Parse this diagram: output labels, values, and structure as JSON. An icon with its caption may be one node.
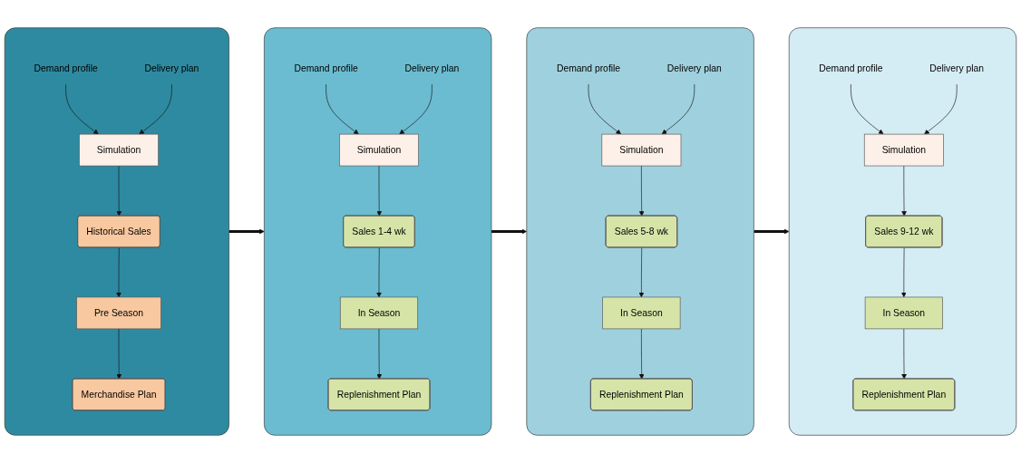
{
  "diagram": {
    "nodes": [
      {
        "text": [],
        "shape": "box"
      },
      {
        "text": [
          "Demand profile"
        ],
        "in": 0
      },
      {
        "text": [
          "Delivery plan"
        ],
        "in": 0
      },
      {
        "text": [
          "Simulation"
        ],
        "in": 0
      },
      {
        "text": [
          "Historical Sales"
        ],
        "in": 0
      },
      {
        "text": [
          "Pre Season"
        ],
        "in": 0
      },
      {
        "text": [
          "Merchandise Plan"
        ],
        "in": 0
      },
      {
        "text": [],
        "shape": "box"
      },
      {
        "text": [
          "Demand profile"
        ],
        "in": 7
      },
      {
        "text": [
          "Delivery plan"
        ],
        "in": 7
      },
      {
        "text": [
          "Simulation"
        ],
        "in": 7
      },
      {
        "text": [
          "Sales 1-4 wk"
        ],
        "in": 7
      },
      {
        "text": [
          "In Season"
        ],
        "in": 7
      },
      {
        "text": [
          "Replenishment Plan"
        ],
        "in": 7
      },
      {
        "text": [],
        "shape": "box"
      },
      {
        "text": [
          "Demand profile"
        ],
        "in": 14
      },
      {
        "text": [
          "Delivery plan"
        ],
        "in": 14
      },
      {
        "text": [
          "Simulation"
        ],
        "in": 14
      },
      {
        "text": [
          "Sales 5-8 wk"
        ],
        "in": 14
      },
      {
        "text": [
          "In Season"
        ],
        "in": 14
      },
      {
        "text": [
          "Replenishment Plan"
        ],
        "in": 14
      },
      {
        "text": [],
        "shape": "box"
      },
      {
        "text": [
          "Demand profile"
        ],
        "in": 21
      },
      {
        "text": [
          "Delivery plan"
        ],
        "in": 21
      },
      {
        "text": [
          "Simulation"
        ],
        "in": 21
      },
      {
        "text": [
          "Sales 9-12 wk"
        ],
        "in": 21
      },
      {
        "text": [
          "In Season"
        ],
        "in": 21
      },
      {
        "text": [
          "Replenishment Plan"
        ],
        "in": 21
      }
    ],
    "edges": [
      {
        "from": 0,
        "to": 7,
        "arrow": "to",
        "style": "thick"
      },
      {
        "from": 7,
        "to": 14,
        "arrow": "to",
        "style": "thick"
      },
      {
        "from": 14,
        "to": 21,
        "arrow": "to",
        "style": "thick"
      },
      {
        "from": 1,
        "to": 3,
        "arrow": "to"
      },
      {
        "from": 2,
        "to": 3,
        "arrow": "to"
      },
      {
        "from": 3,
        "to": 4,
        "arrow": "to"
      },
      {
        "from": 4,
        "to": 5,
        "arrow": "to"
      },
      {
        "from": 5,
        "to": 6,
        "arrow": "to"
      },
      {
        "from": 8,
        "to": 10,
        "arrow": "to"
      },
      {
        "from": 9,
        "to": 10,
        "arrow": "to"
      },
      {
        "from": 10,
        "to": 11,
        "arrow": "to"
      },
      {
        "from": 11,
        "to": 12,
        "arrow": "to"
      },
      {
        "from": 12,
        "to": 13,
        "arrow": "to"
      },
      {
        "from": 15,
        "to": 17,
        "arrow": "to"
      },
      {
        "from": 16,
        "to": 17,
        "arrow": "to"
      },
      {
        "from": 17,
        "to": 18,
        "arrow": "to"
      },
      {
        "from": 18,
        "to": 19,
        "arrow": "to"
      },
      {
        "from": 19,
        "to": 20,
        "arrow": "to"
      },
      {
        "from": 22,
        "to": 24,
        "arrow": "to"
      },
      {
        "from": 23,
        "to": 24,
        "arrow": "to"
      },
      {
        "from": 24,
        "to": 25,
        "arrow": "to"
      },
      {
        "from": 25,
        "to": 26,
        "arrow": "to"
      },
      {
        "from": 26,
        "to": 27,
        "arrow": "to"
      }
    ]
  }
}
